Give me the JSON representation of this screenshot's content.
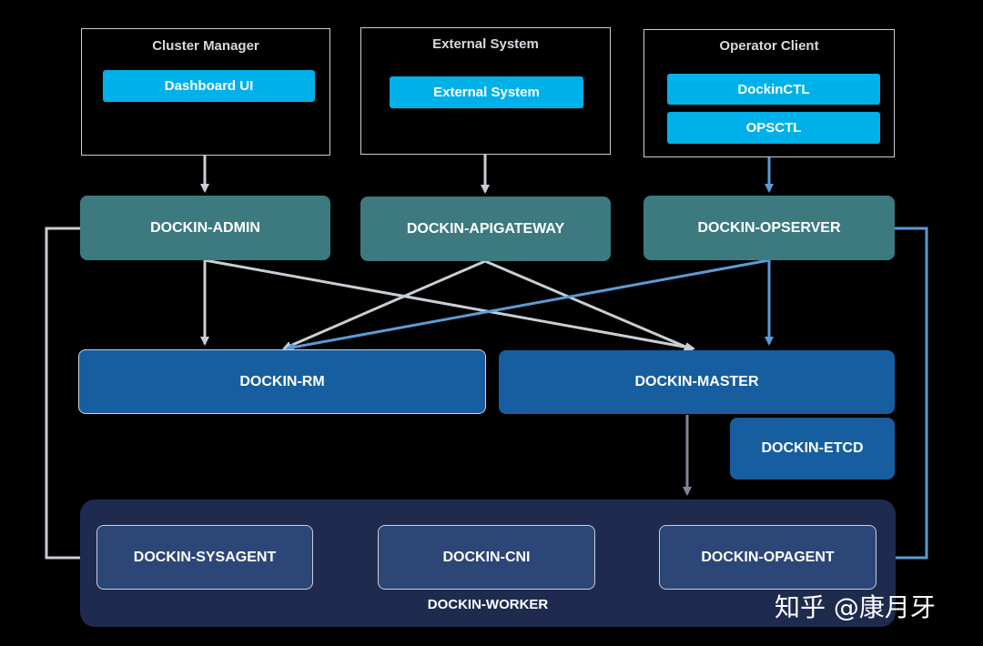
{
  "clients": {
    "cluster_manager": {
      "title": "Cluster Manager",
      "buttons": [
        "Dashboard UI"
      ]
    },
    "external_system": {
      "title": "External System",
      "buttons": [
        "External System"
      ]
    },
    "operator_client": {
      "title": "Operator Client",
      "buttons": [
        "DockinCTL",
        "OPSCTL"
      ]
    }
  },
  "gateway": {
    "admin": "DOCKIN-ADMIN",
    "apigateway": "DOCKIN-APIGATEWAY",
    "opserver": "DOCKIN-OPSERVER"
  },
  "core": {
    "rm": "DOCKIN-RM",
    "master": "DOCKIN-MASTER",
    "etcd": "DOCKIN-ETCD"
  },
  "worker": {
    "label": "DOCKIN-WORKER",
    "sysagent": "DOCKIN-SYSAGENT",
    "cni": "DOCKIN-CNI",
    "opagent": "DOCKIN-OPAGENT"
  },
  "watermark": "知乎 @康月牙",
  "colors": {
    "background": "#000000",
    "client_button": "#00b0e8",
    "gateway_box": "#3d7a80",
    "core_box": "#165ea0",
    "worker_area": "#1e2b4e",
    "worker_box": "#2c4677",
    "arrow_gray": "#c9ced6",
    "arrow_blue": "#5b9bd5",
    "arrow_dark": "#7f8898"
  }
}
